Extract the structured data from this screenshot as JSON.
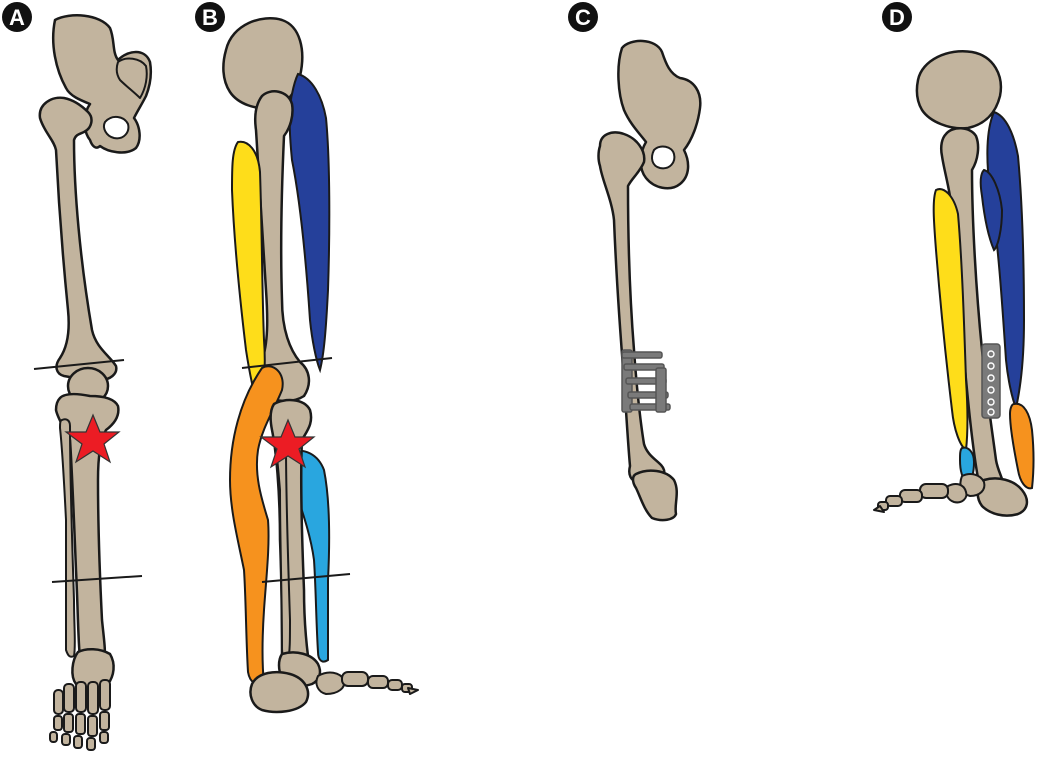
{
  "panels": [
    {
      "id": "a",
      "label": "A"
    },
    {
      "id": "b",
      "label": "B"
    },
    {
      "id": "c",
      "label": "C"
    },
    {
      "id": "d",
      "label": "D"
    }
  ],
  "colors": {
    "bone": "#c2b49e",
    "yellow": "#fedd1a",
    "blue": "#25409a",
    "orange": "#f6921e",
    "lightblue": "#29a6df",
    "star": "#ec1c24",
    "plate": "#7a7a7a"
  },
  "icons": {
    "tumor_marker": "star-icon"
  }
}
